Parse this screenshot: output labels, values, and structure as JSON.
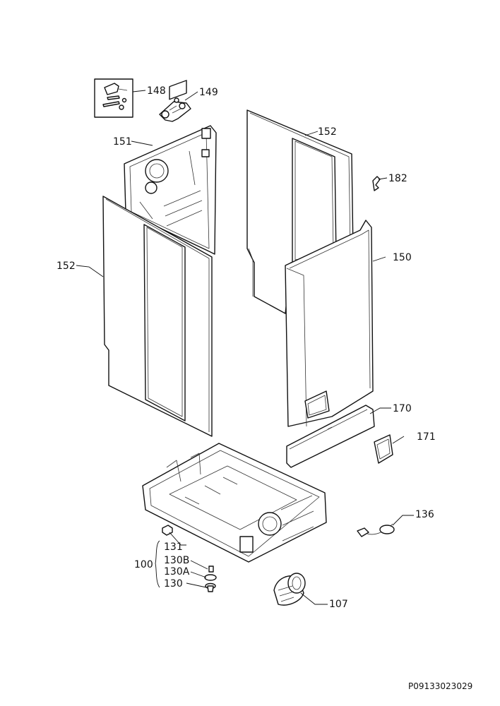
{
  "callouts": {
    "c148": "148",
    "c149": "149",
    "c151": "151",
    "c152_top": "152",
    "c182": "182",
    "c152_left": "152",
    "c150": "150",
    "c170": "170",
    "c171": "171",
    "c136": "136",
    "c131": "131",
    "c100": "100",
    "c130b": "130B",
    "c130a": "130A",
    "c130": "130",
    "c107": "107"
  },
  "drawing_reference": "P09133023029"
}
